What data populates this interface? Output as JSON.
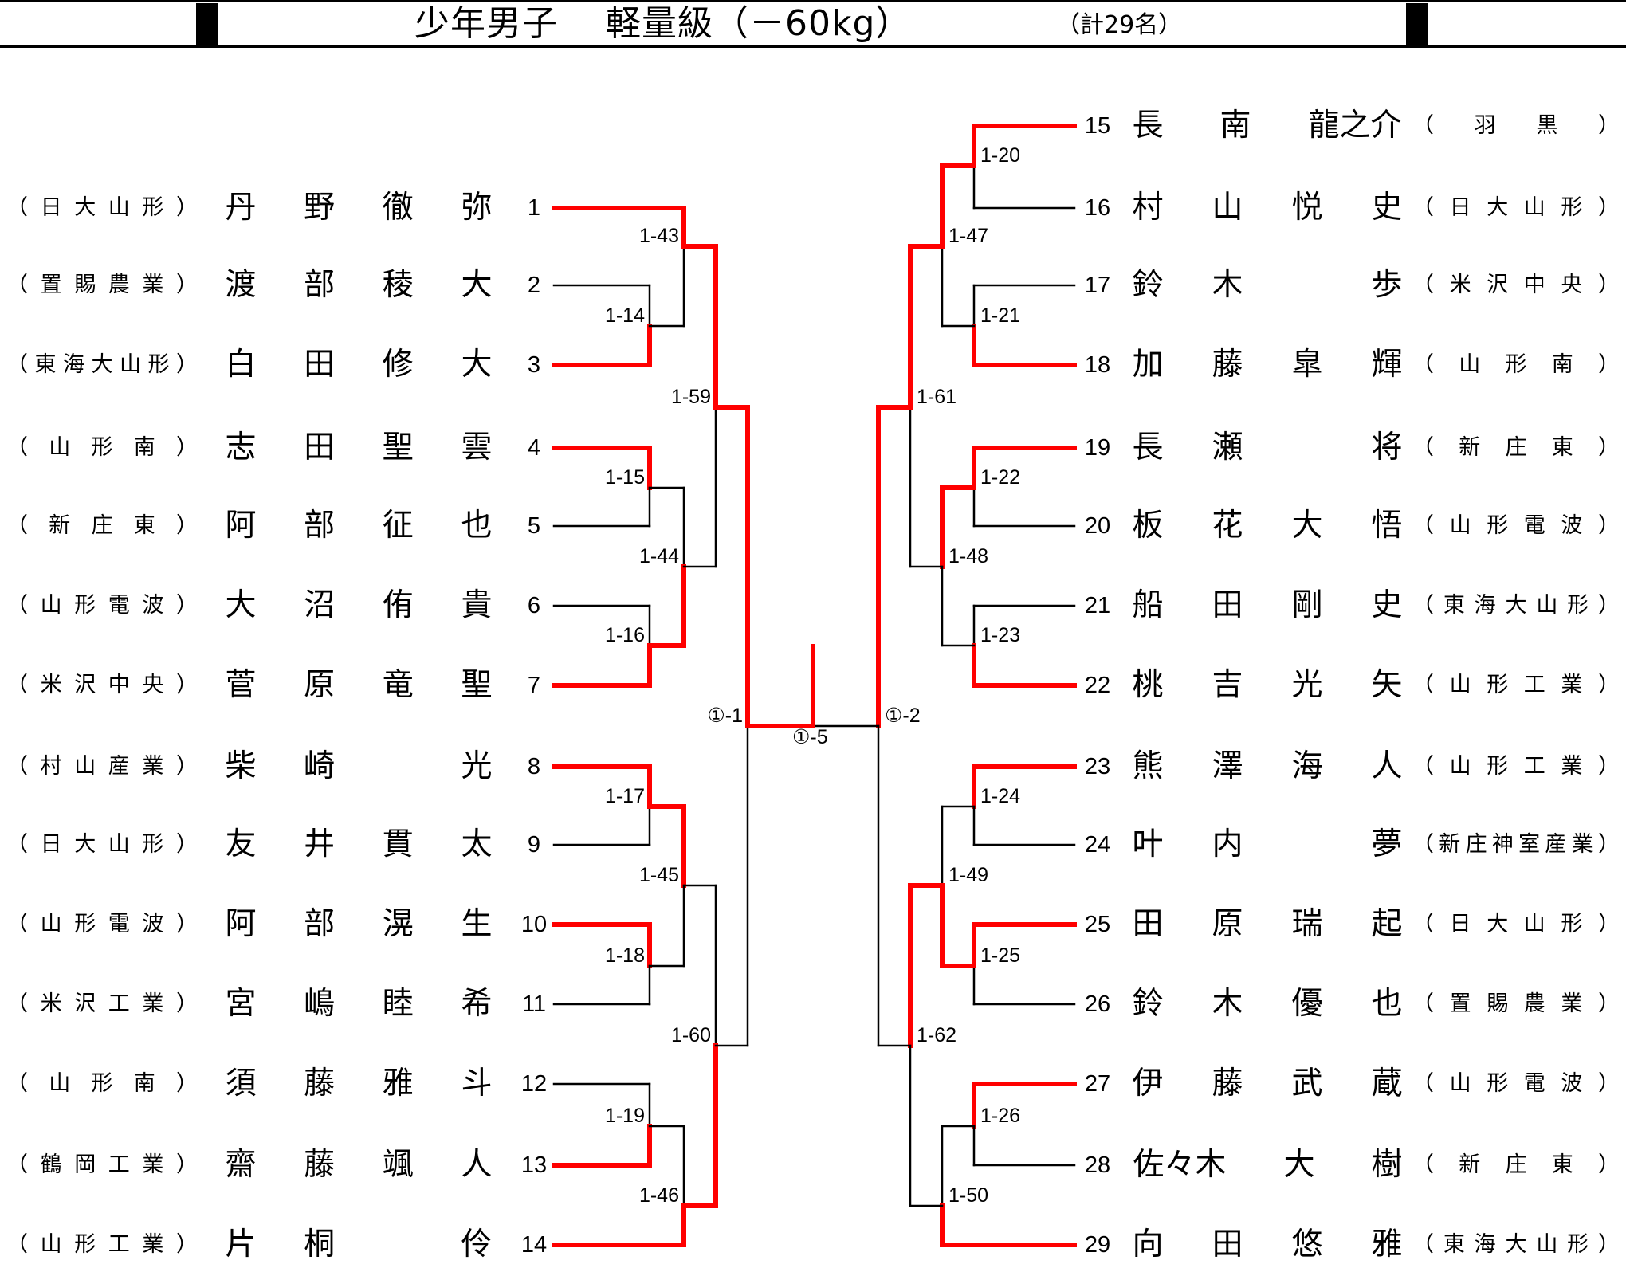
{
  "header": {
    "title": "少年男子　 軽量級（－60kg）",
    "count": "（計29名）"
  },
  "colors": {
    "winner": "#ff0000",
    "line": "#000000"
  },
  "left": [
    {
      "seed": "1",
      "name": [
        "丹",
        "野",
        "徹",
        "弥"
      ],
      "team": "（日大山形）"
    },
    {
      "seed": "2",
      "name": [
        "渡",
        "部",
        "稜",
        "大"
      ],
      "team": "（置賜農業）"
    },
    {
      "seed": "3",
      "name": [
        "白",
        "田",
        "修",
        "大"
      ],
      "team": "（東海大山形）"
    },
    {
      "seed": "4",
      "name": [
        "志",
        "田",
        "聖",
        "雲"
      ],
      "team": "（山形南）"
    },
    {
      "seed": "5",
      "name": [
        "阿",
        "部",
        "征",
        "也"
      ],
      "team": "（新庄東）"
    },
    {
      "seed": "6",
      "name": [
        "大",
        "沼",
        "侑",
        "貴"
      ],
      "team": "（山形電波）"
    },
    {
      "seed": "7",
      "name": [
        "菅",
        "原",
        "竜",
        "聖"
      ],
      "team": "（米沢中央）"
    },
    {
      "seed": "8",
      "name": [
        "柴",
        "崎",
        "",
        "光"
      ],
      "team": "（村山産業）"
    },
    {
      "seed": "9",
      "name": [
        "友",
        "井",
        "貫",
        "太"
      ],
      "team": "（日大山形）"
    },
    {
      "seed": "10",
      "name": [
        "阿",
        "部",
        "滉",
        "生"
      ],
      "team": "（山形電波）"
    },
    {
      "seed": "11",
      "name": [
        "宮",
        "嶋",
        "睦",
        "希"
      ],
      "team": "（米沢工業）"
    },
    {
      "seed": "12",
      "name": [
        "須",
        "藤",
        "雅",
        "斗"
      ],
      "team": "（山形南）"
    },
    {
      "seed": "13",
      "name": [
        "齋",
        "藤",
        "颯",
        "人"
      ],
      "team": "（鶴岡工業）"
    },
    {
      "seed": "14",
      "name": [
        "片",
        "桐",
        "",
        "伶"
      ],
      "team": "（山形工業）"
    }
  ],
  "right": [
    {
      "seed": "15",
      "name": [
        "長",
        "南",
        "龍之介"
      ],
      "team": "（羽黒）"
    },
    {
      "seed": "16",
      "name": [
        "村",
        "山",
        "悦",
        "史"
      ],
      "team": "（日大山形）"
    },
    {
      "seed": "17",
      "name": [
        "鈴",
        "木",
        "",
        "歩"
      ],
      "team": "（米沢中央）"
    },
    {
      "seed": "18",
      "name": [
        "加",
        "藤",
        "皐",
        "輝"
      ],
      "team": "（山形南）"
    },
    {
      "seed": "19",
      "name": [
        "長",
        "瀬",
        "",
        "将"
      ],
      "team": "（新庄東）"
    },
    {
      "seed": "20",
      "name": [
        "板",
        "花",
        "大",
        "悟"
      ],
      "team": "（山形電波）"
    },
    {
      "seed": "21",
      "name": [
        "船",
        "田",
        "剛",
        "史"
      ],
      "team": "（東海大山形）"
    },
    {
      "seed": "22",
      "name": [
        "桃",
        "吉",
        "光",
        "矢"
      ],
      "team": "（山形工業）"
    },
    {
      "seed": "23",
      "name": [
        "熊",
        "澤",
        "海",
        "人"
      ],
      "team": "（山形工業）"
    },
    {
      "seed": "24",
      "name": [
        "叶",
        "内",
        "",
        "夢"
      ],
      "team": "（新庄神室産業）"
    },
    {
      "seed": "25",
      "name": [
        "田",
        "原",
        "瑞",
        "起"
      ],
      "team": "（日大山形）"
    },
    {
      "seed": "26",
      "name": [
        "鈴",
        "木",
        "優",
        "也"
      ],
      "team": "（置賜農業）"
    },
    {
      "seed": "27",
      "name": [
        "伊",
        "藤",
        "武",
        "蔵"
      ],
      "team": "（山形電波）"
    },
    {
      "seed": "28",
      "name": [
        "佐々木",
        "大",
        "樹"
      ],
      "team": "（新庄東）"
    },
    {
      "seed": "29",
      "name": [
        "向",
        "田",
        "悠",
        "雅"
      ],
      "team": "（東海大山形）"
    }
  ],
  "matches": {
    "l1": "1-14",
    "l2": "1-15",
    "l3": "1-16",
    "l4": "1-17",
    "l5": "1-18",
    "l6": "1-19",
    "l7": "1-43",
    "l8": "1-44",
    "l9": "1-45",
    "l10": "1-46",
    "l11": "1-59",
    "l12": "1-60",
    "l13": "①-1",
    "final": "①-5",
    "r1": "1-20",
    "r2": "1-21",
    "r3": "1-22",
    "r4": "1-23",
    "r5": "1-24",
    "r6": "1-25",
    "r7": "1-26",
    "r8": "1-47",
    "r9": "1-48",
    "r10": "1-49",
    "r11": "1-50",
    "r12": "1-61",
    "r13": "1-62",
    "r14": "①-2"
  }
}
